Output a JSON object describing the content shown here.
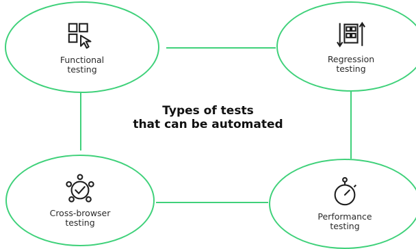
{
  "colors": {
    "accent": "#3fd17a",
    "ink": "#1f1f1f"
  },
  "center": {
    "line1": "Types of tests",
    "line2": "that can be automated"
  },
  "nodes": [
    {
      "label_line1": "Functional",
      "label_line2": "testing",
      "icon": "cursor-grid-icon"
    },
    {
      "label_line1": "Regression",
      "label_line2": "testing",
      "icon": "sort-grid-icon"
    },
    {
      "label_line1": "Cross-browser",
      "label_line2": "testing",
      "icon": "network-check-icon"
    },
    {
      "label_line1": "Performance",
      "label_line2": "testing",
      "icon": "stopwatch-icon"
    }
  ]
}
